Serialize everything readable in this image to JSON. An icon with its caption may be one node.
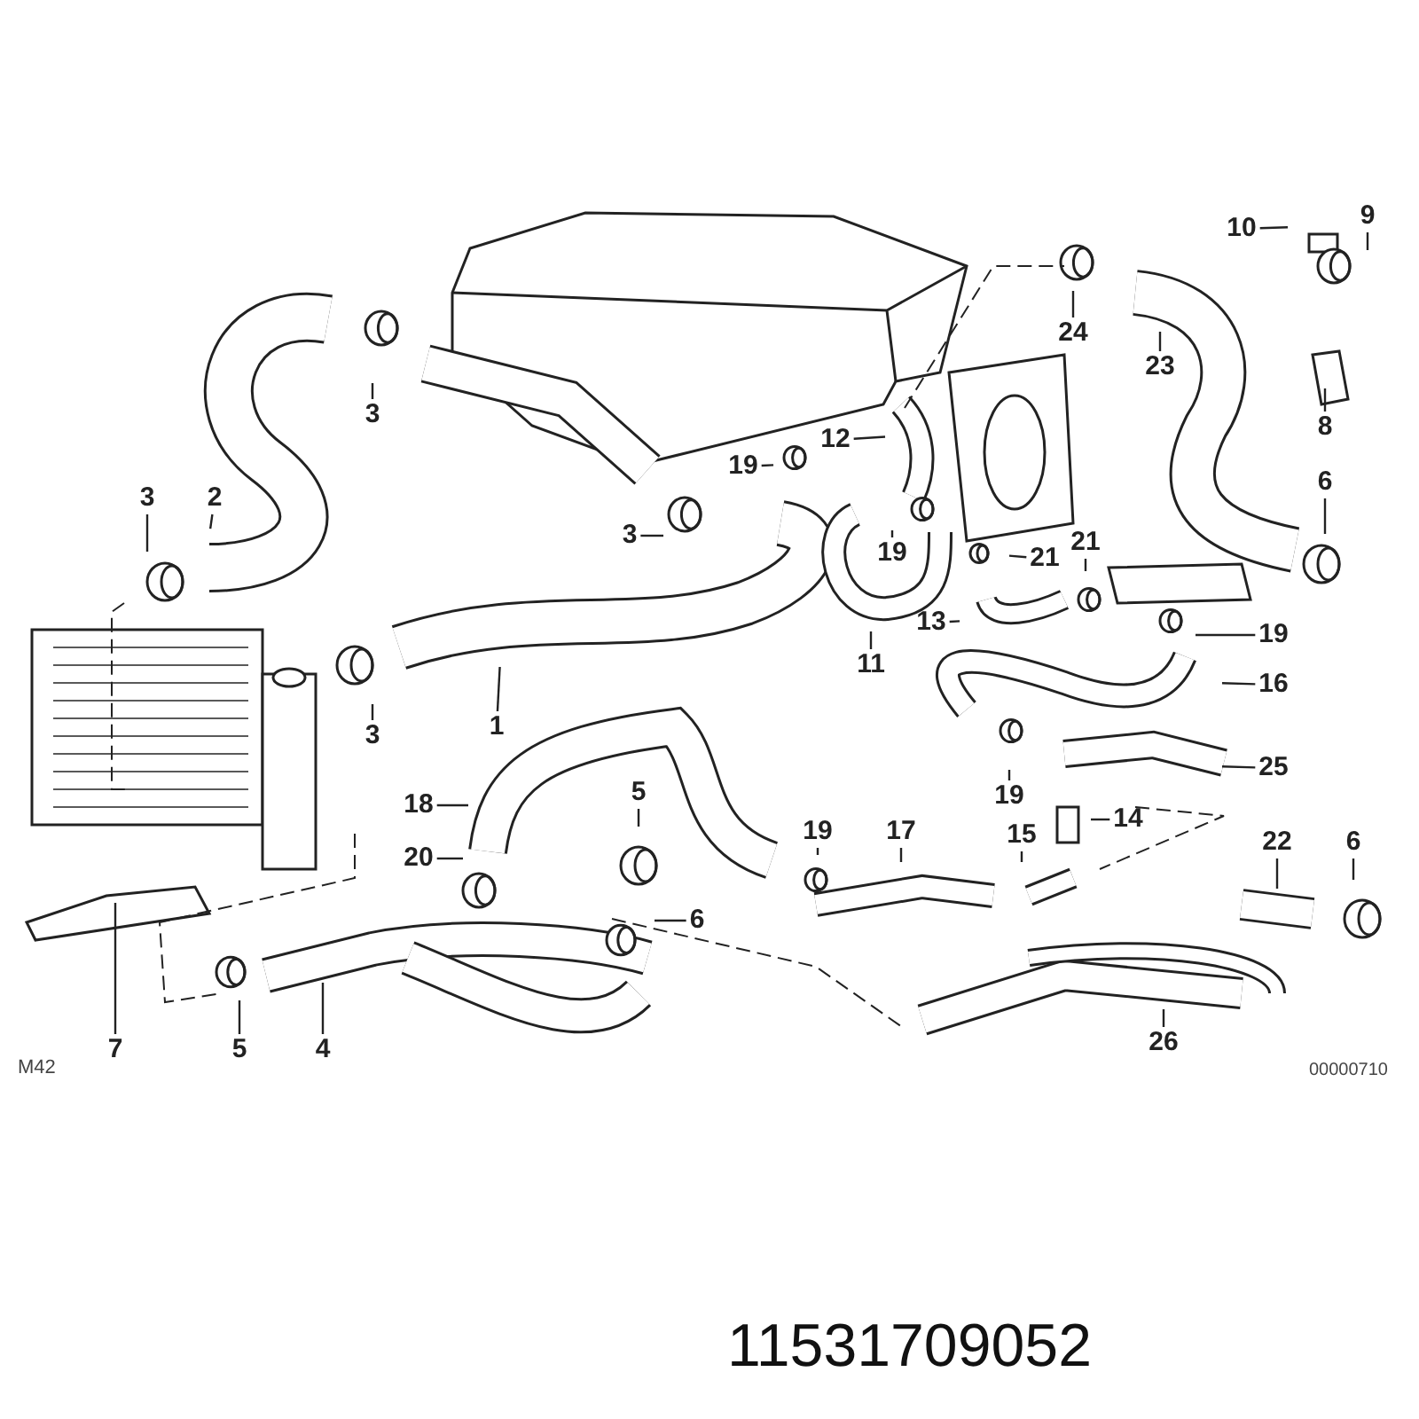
{
  "diagram": {
    "nodes": [
      {
        "text": [
          "3"
        ]
      },
      {
        "text": [
          "3"
        ]
      },
      {
        "text": [
          "2"
        ]
      },
      {
        "text": [
          "3"
        ]
      },
      {
        "text": [
          "19"
        ]
      },
      {
        "text": [
          "12"
        ]
      },
      {
        "text": [
          "19"
        ]
      },
      {
        "text": [
          "10"
        ]
      },
      {
        "text": [
          "9"
        ]
      },
      {
        "text": [
          "24"
        ]
      },
      {
        "text": [
          "23"
        ]
      },
      {
        "text": [
          "8"
        ]
      },
      {
        "text": [
          "6"
        ]
      },
      {
        "text": [
          "21"
        ]
      },
      {
        "text": [
          "21"
        ]
      },
      {
        "text": [
          "13"
        ]
      },
      {
        "text": [
          "11"
        ]
      },
      {
        "text": [
          "19"
        ]
      },
      {
        "text": [
          "16"
        ]
      },
      {
        "text": [
          "3"
        ]
      },
      {
        "text": [
          "1"
        ]
      },
      {
        "text": [
          "18"
        ]
      },
      {
        "text": [
          "5"
        ]
      },
      {
        "text": [
          "19"
        ]
      },
      {
        "text": [
          "25"
        ]
      },
      {
        "text": [
          "14"
        ]
      },
      {
        "text": [
          "20"
        ]
      },
      {
        "text": [
          "19"
        ]
      },
      {
        "text": [
          "17"
        ]
      },
      {
        "text": [
          "15"
        ]
      },
      {
        "text": [
          "22"
        ]
      },
      {
        "text": [
          "6"
        ]
      },
      {
        "text": [
          "6"
        ]
      },
      {
        "text": [
          "7"
        ]
      },
      {
        "text": [
          "5"
        ]
      },
      {
        "text": [
          "4"
        ]
      },
      {
        "text": [
          "26"
        ]
      }
    ],
    "edges": [
      {
        "from": 0,
        "to": null,
        "arrow": "none"
      },
      {
        "from": 1,
        "to": null,
        "arrow": "none"
      },
      {
        "from": 2,
        "to": null,
        "arrow": "none"
      },
      {
        "from": 3,
        "to": null,
        "arrow": "none"
      },
      {
        "from": 4,
        "to": null,
        "arrow": "none"
      },
      {
        "from": 5,
        "to": null,
        "arrow": "none"
      },
      {
        "from": 6,
        "to": null,
        "arrow": "none"
      },
      {
        "from": 7,
        "to": null,
        "arrow": "none"
      },
      {
        "from": 8,
        "to": null,
        "arrow": "none"
      },
      {
        "from": 9,
        "to": null,
        "arrow": "none"
      },
      {
        "from": 10,
        "to": null,
        "arrow": "none"
      },
      {
        "from": 11,
        "to": null,
        "arrow": "none"
      },
      {
        "from": 12,
        "to": null,
        "arrow": "none"
      },
      {
        "from": 13,
        "to": null,
        "arrow": "none"
      },
      {
        "from": 14,
        "to": null,
        "arrow": "none"
      },
      {
        "from": 15,
        "to": null,
        "arrow": "none"
      },
      {
        "from": 16,
        "to": null,
        "arrow": "none"
      },
      {
        "from": 17,
        "to": null,
        "arrow": "none"
      },
      {
        "from": 18,
        "to": null,
        "arrow": "none"
      },
      {
        "from": 19,
        "to": null,
        "arrow": "none"
      },
      {
        "from": 20,
        "to": null,
        "arrow": "none"
      },
      {
        "from": 21,
        "to": null,
        "arrow": "none"
      },
      {
        "from": 22,
        "to": null,
        "arrow": "none"
      },
      {
        "from": 23,
        "to": null,
        "arrow": "none"
      },
      {
        "from": 24,
        "to": null,
        "arrow": "none"
      },
      {
        "from": 25,
        "to": null,
        "arrow": "none"
      },
      {
        "from": 26,
        "to": null,
        "arrow": "none"
      },
      {
        "from": 27,
        "to": null,
        "arrow": "none"
      },
      {
        "from": 28,
        "to": null,
        "arrow": "none"
      },
      {
        "from": 29,
        "to": null,
        "arrow": "none"
      },
      {
        "from": 30,
        "to": null,
        "arrow": "none"
      },
      {
        "from": 31,
        "to": null,
        "arrow": "none"
      },
      {
        "from": 32,
        "to": null,
        "arrow": "none"
      },
      {
        "from": 33,
        "to": null,
        "arrow": "none"
      },
      {
        "from": 34,
        "to": null,
        "arrow": "none"
      },
      {
        "from": 35,
        "to": null,
        "arrow": "none"
      },
      {
        "from": 36,
        "to": null,
        "arrow": "none"
      }
    ],
    "labels": [
      "M42",
      "00000710",
      "11531709052"
    ]
  }
}
